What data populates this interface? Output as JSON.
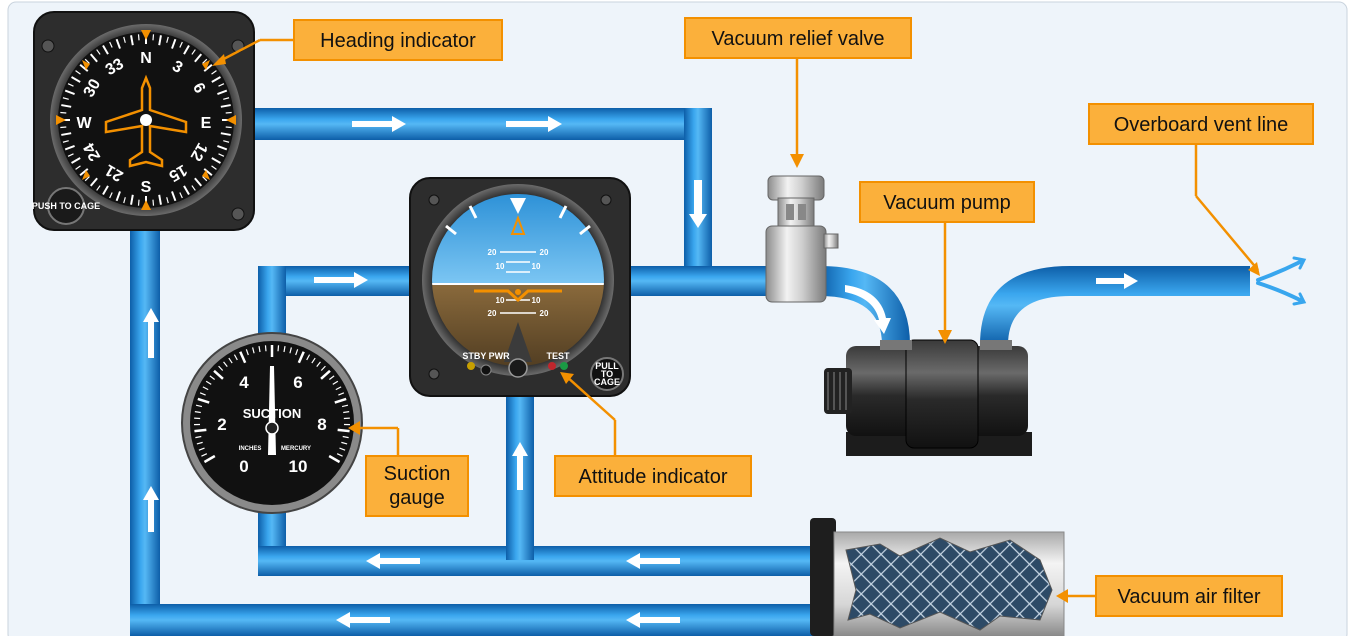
{
  "labels": {
    "heading_indicator": "Heading indicator",
    "vacuum_relief_valve": "Vacuum relief valve",
    "overboard_vent_line": "Overboard vent line",
    "vacuum_pump": "Vacuum pump",
    "attitude_indicator": "Attitude indicator",
    "suction_gauge_line1": "Suction",
    "suction_gauge_line2": "gauge",
    "vacuum_air_filter": "Vacuum air filter"
  },
  "heading_indicator_dial": {
    "n": "N",
    "e": "E",
    "s": "S",
    "w": "W",
    "n3": "3",
    "n6": "6",
    "n12": "12",
    "n15": "15",
    "n21": "21",
    "n24": "24",
    "n30": "30",
    "n33": "33",
    "knob": "PUSH TO CAGE"
  },
  "attitude_indicator_dial": {
    "p20a": "20",
    "p20b": "20",
    "p10a": "10",
    "p10b": "10",
    "m10a": "10",
    "m10b": "10",
    "m20a": "20",
    "m20b": "20",
    "stby": "STBY PWR",
    "test": "TEST",
    "pull1": "PULL",
    "pull2": "TO",
    "pull3": "CAGE"
  },
  "suction_gauge_dial": {
    "title": "SUCTION",
    "n0": "0",
    "n2": "2",
    "n4": "4",
    "n6": "6",
    "n8": "8",
    "n10": "10",
    "left_unit": "INCHES",
    "right_unit": "MERCURY"
  },
  "colors": {
    "pipe": "#1f8fe0",
    "pipe_dark": "#0d62ad",
    "callout_fill": "#fbb03b",
    "callout_border": "#f39000",
    "background": "#eef4fa"
  }
}
